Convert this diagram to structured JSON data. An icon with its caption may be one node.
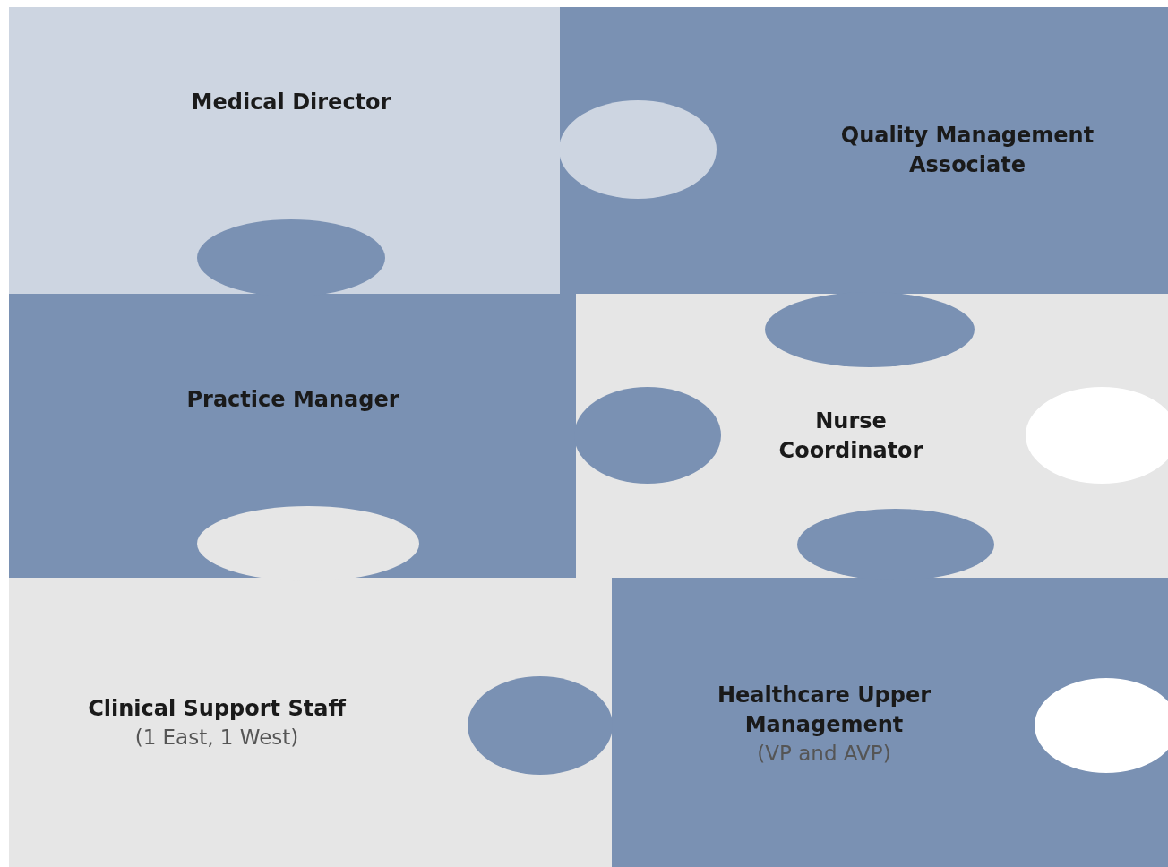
{
  "diagram": {
    "nodes": [
      {
        "text": [
          "Medical Director"
        ]
      },
      {
        "text": [
          "Quality Management Associate"
        ]
      },
      {
        "text": [
          "Practice Manager"
        ]
      },
      {
        "text": [
          "Nurse Coordinator"
        ]
      },
      {
        "text": [
          "Clinical Support Staff",
          "(1 East, 1 West)"
        ]
      },
      {
        "text": [
          "Healthcare Upper Management",
          "(VP and AVP)"
        ]
      }
    ]
  }
}
